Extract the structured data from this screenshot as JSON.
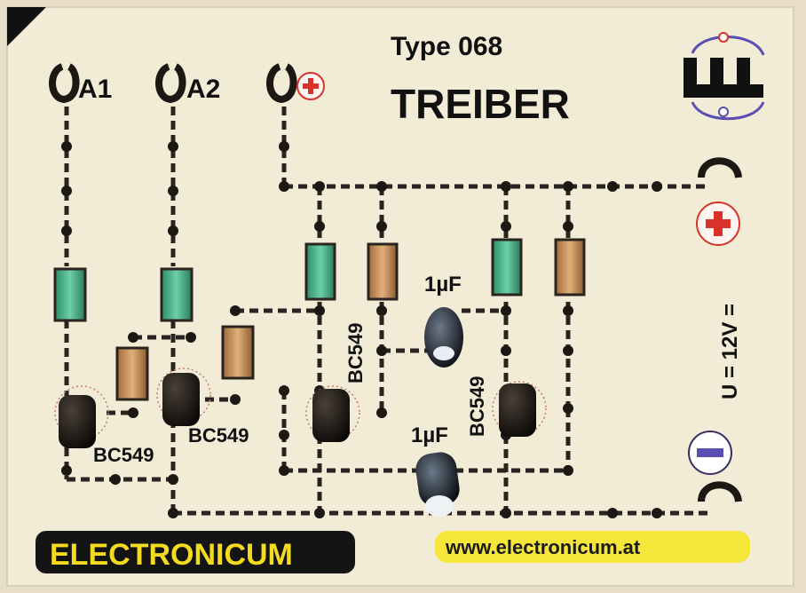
{
  "board": {
    "type_label": "Type 068",
    "title": "TREIBER",
    "brand": "ELECTRONICUM",
    "url": "www.electronicum.at",
    "voltage_label": "U = 12V =",
    "terminals": {
      "a1": "A1",
      "a2": "A2"
    },
    "capacitors": [
      "1µF",
      "1µF"
    ],
    "transistors": [
      "BC549",
      "BC549",
      "BC549",
      "BC549"
    ]
  },
  "colors": {
    "board": "#f2ecd6",
    "trace": "#2a2420",
    "plus_red": "#d8322a",
    "brand_bg": "#141414",
    "brand_text": "#f3dc20",
    "url_bg": "#f6e63a",
    "minus_blue": "#5a4fb0"
  },
  "icons": [
    "plus-icon",
    "minus-icon",
    "electronicum-logo-icon"
  ]
}
